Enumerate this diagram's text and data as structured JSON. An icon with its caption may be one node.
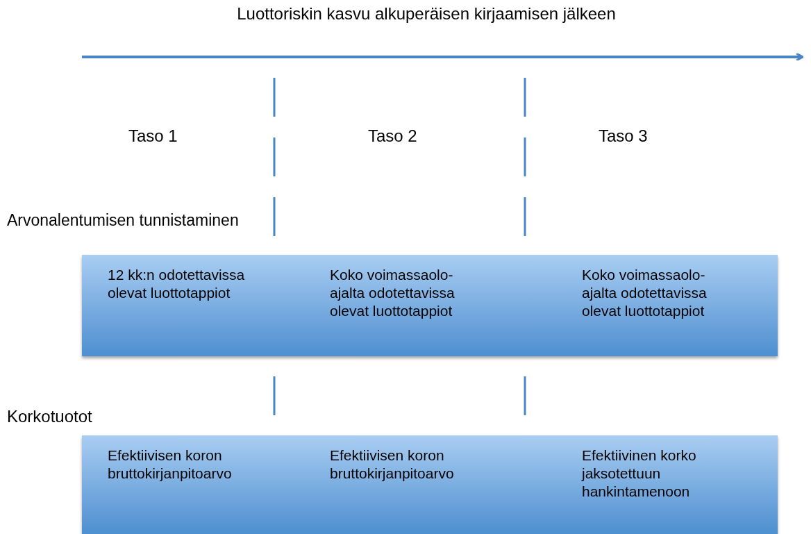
{
  "diagram": {
    "title": "Luottoriskin kasvu alkuperäisen kirjaamisen jälkeen",
    "nodes": [
      {
        "text": [
          "12 kk:n odotettavissa olevat luottotappiot",
          "Koko voimassaolo-ajalta odotettavissa olevat luottotappiot",
          "Koko voimassaolo-ajalta odotettavissa olevat luottotappiot"
        ]
      },
      {
        "text": [
          "Efektiivisen koron bruttokirjanpitoarvo",
          "Efektiivisen koron bruttokirjanpitoarvo",
          "Efektiivinen korko jaksotettuun hankintamenoon"
        ]
      }
    ],
    "labels": [
      "Taso 1",
      "Taso 2",
      "Taso 3",
      "Arvonalentumisen tunnistaminen",
      "Korkotuotot"
    ]
  }
}
